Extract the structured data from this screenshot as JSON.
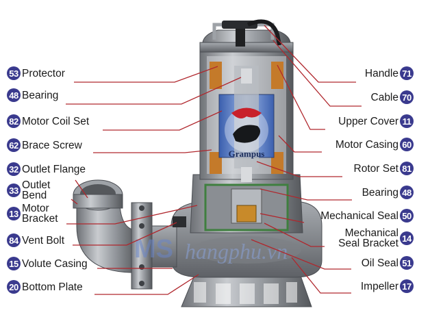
{
  "left_labels": [
    {
      "num": "53",
      "text": "Protector"
    },
    {
      "num": "48",
      "text": "Bearing"
    },
    {
      "num": "82",
      "text": "Motor Coil Set"
    },
    {
      "num": "62",
      "text": "Brace Screw"
    },
    {
      "num": "32",
      "text": "Outlet Flange"
    },
    {
      "num": "33",
      "text": "Outlet\nBend"
    },
    {
      "num": "13",
      "text": "Motor\nBracket"
    },
    {
      "num": "84",
      "text": "Vent Bolt"
    },
    {
      "num": "15",
      "text": "Volute Casing"
    },
    {
      "num": "20",
      "text": "Bottom Plate"
    }
  ],
  "right_labels": [
    {
      "num": "71",
      "text": "Handle"
    },
    {
      "num": "70",
      "text": "Cable"
    },
    {
      "num": "11",
      "text": "Upper Cover"
    },
    {
      "num": "60",
      "text": "Motor Casing"
    },
    {
      "num": "81",
      "text": "Rotor Set"
    },
    {
      "num": "48",
      "text": "Bearing"
    },
    {
      "num": "50",
      "text": "Mechanical Seal"
    },
    {
      "num": "14",
      "text": "Mechanical\nSeal Bracket"
    },
    {
      "num": "51",
      "text": "Oil Seal"
    },
    {
      "num": "17",
      "text": "Impeller"
    }
  ],
  "brand_text": "Grampus",
  "watermark": "hangphu.vn",
  "colors": {
    "badge": "#3a3a8e",
    "leader": "#b0272d",
    "label_text": "#1a1a1a"
  }
}
